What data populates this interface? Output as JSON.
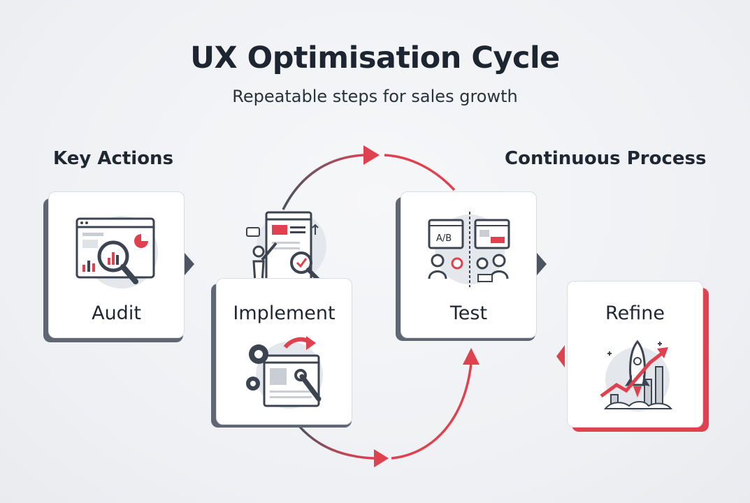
{
  "title": "UX Optimisation Cycle",
  "subtitle": "Repeatable steps for sales growth",
  "labels": {
    "left": "Key Actions",
    "right": "Continuous Process"
  },
  "steps": [
    {
      "label": "Audit",
      "icon": "audit-magnifier-chart-icon"
    },
    {
      "label": "Implement",
      "icon": "gears-wrench-browser-icon"
    },
    {
      "label": "Test",
      "icon": "ab-test-users-icon"
    },
    {
      "label": "Refine",
      "icon": "rocket-growth-chart-icon"
    }
  ],
  "ab_text": "A/B",
  "colors": {
    "accent": "#e0414f",
    "dark": "#3b4450",
    "shadow": "#5f6773",
    "muted": "#dfe2e6"
  }
}
